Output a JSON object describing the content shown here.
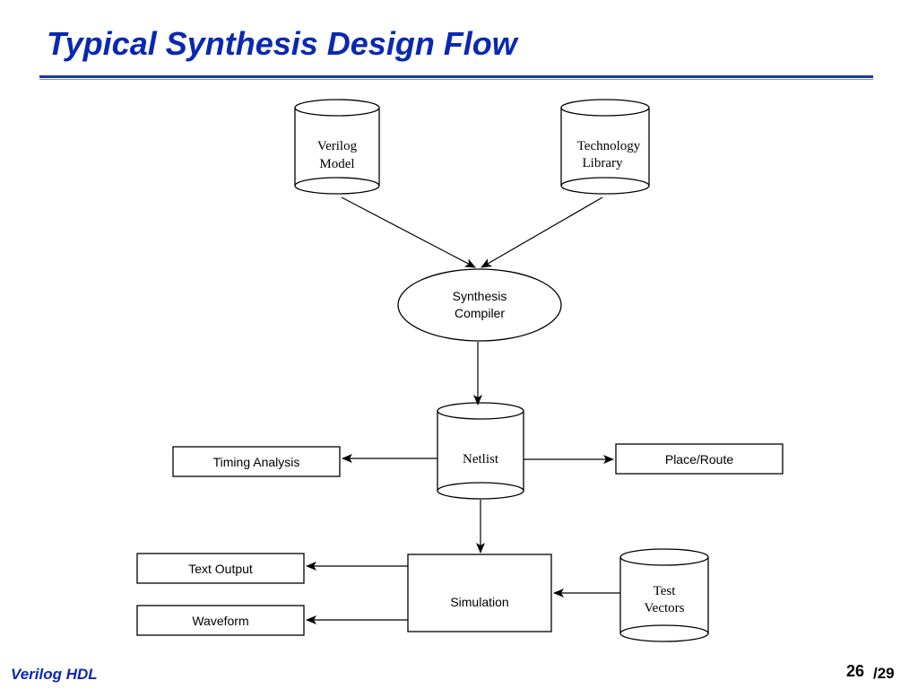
{
  "slide": {
    "title": "Typical Synthesis Design Flow",
    "footer_left": "Verilog HDL",
    "page_number": "26",
    "page_total": "/29"
  },
  "diagram": {
    "nodes": {
      "verilog_model": {
        "lines": [
          "Verilog",
          "Model"
        ]
      },
      "technology_library": {
        "lines": [
          "Technology",
          "Library"
        ]
      },
      "synthesis_compiler": {
        "lines": [
          "Synthesis",
          "Compiler"
        ]
      },
      "netlist": {
        "label": "Netlist"
      },
      "timing_analysis": {
        "label": "Timing Analysis"
      },
      "place_route": {
        "label": "Place/Route"
      },
      "simulation": {
        "label": "Simulation"
      },
      "test_vectors": {
        "lines": [
          "Test",
          "Vectors"
        ]
      },
      "text_output": {
        "label": "Text Output"
      },
      "waveform": {
        "label": "Waveform"
      }
    },
    "edges": [
      {
        "from": "Verilog Model",
        "to": "Synthesis Compiler"
      },
      {
        "from": "Technology Library",
        "to": "Synthesis Compiler"
      },
      {
        "from": "Synthesis Compiler",
        "to": "Netlist"
      },
      {
        "from": "Netlist",
        "to": "Timing Analysis"
      },
      {
        "from": "Netlist",
        "to": "Place/Route"
      },
      {
        "from": "Netlist",
        "to": "Simulation"
      },
      {
        "from": "Test Vectors",
        "to": "Simulation"
      },
      {
        "from": "Simulation",
        "to": "Text Output"
      },
      {
        "from": "Simulation",
        "to": "Waveform"
      }
    ]
  }
}
